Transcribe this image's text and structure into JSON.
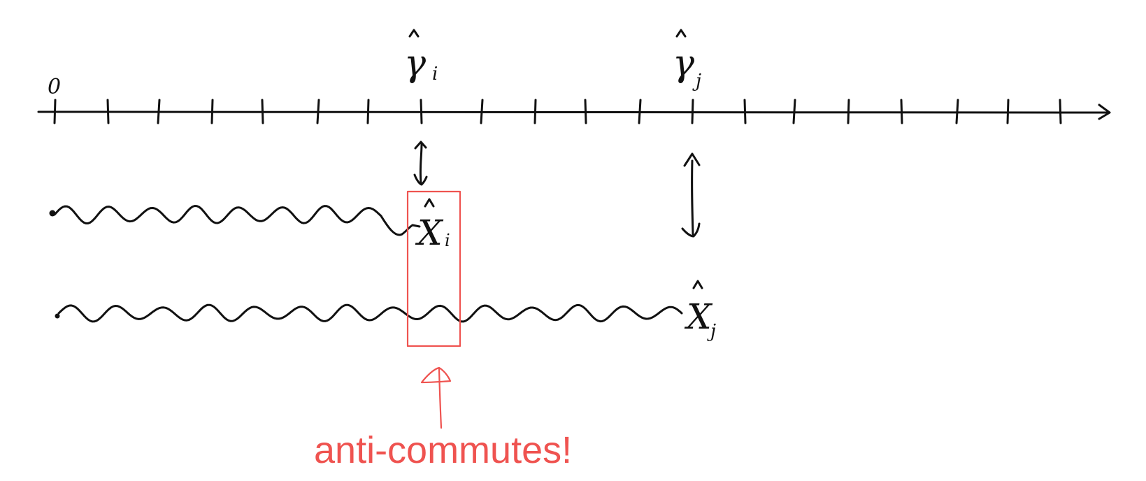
{
  "axis": {
    "origin_label": "0",
    "tick_count": 20
  },
  "markers": {
    "gamma_i": {
      "base": "γ",
      "sub": "i"
    },
    "gamma_j": {
      "base": "γ",
      "sub": "j"
    },
    "x_i": {
      "base": "X",
      "sub": "i"
    },
    "x_j": {
      "base": "X",
      "sub": "j"
    }
  },
  "annotation": {
    "text": "anti-commutes!",
    "color": "#ef5350"
  },
  "colors": {
    "ink": "#111111",
    "highlight": "#ef5350"
  }
}
